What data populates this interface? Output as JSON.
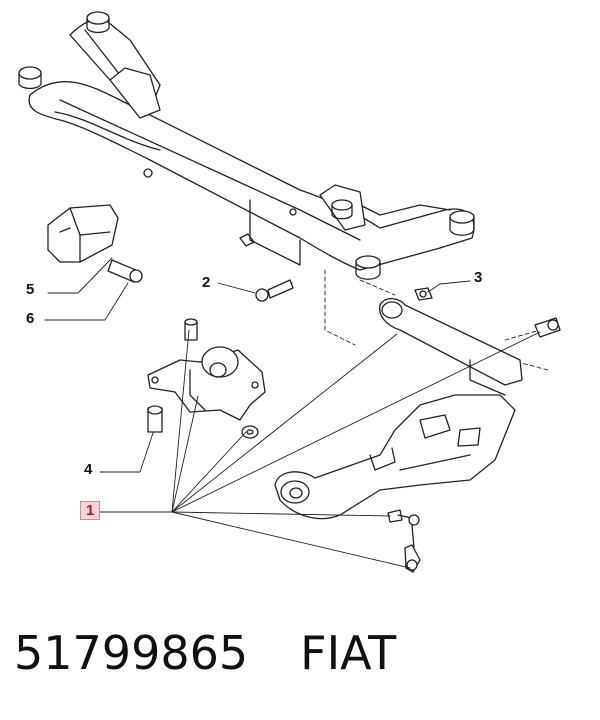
{
  "callouts": {
    "c1": "1",
    "c2": "2",
    "c3": "3",
    "c4": "4",
    "c5": "5",
    "c6": "6"
  },
  "footer": {
    "part_number": "51799865",
    "brand": "FIAT"
  },
  "colors": {
    "line": "#222222",
    "highlight_box": "#f9d3d6",
    "highlight_text": "#b01c1c"
  }
}
